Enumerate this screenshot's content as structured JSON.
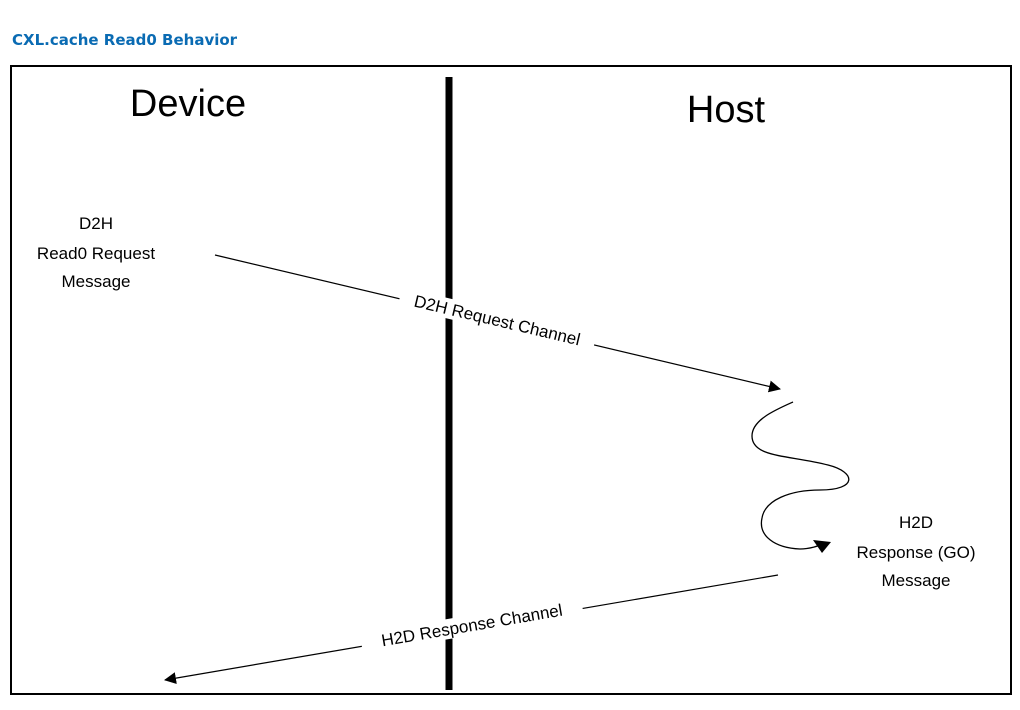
{
  "title": "CXL.cache Read0 Behavior",
  "lanes": {
    "left": "Device",
    "right": "Host"
  },
  "messages": {
    "request": {
      "line1": "D2H",
      "line2": "Read0 Request",
      "line3": "Message"
    },
    "response": {
      "line1": "H2D",
      "line2": "Response (GO)",
      "line3": "Message"
    }
  },
  "channels": {
    "request": "D2H Request Channel",
    "response": "H2D Response Channel"
  },
  "colors": {
    "title": "#0a6bb3",
    "lines": "#000000",
    "background": "#ffffff"
  }
}
